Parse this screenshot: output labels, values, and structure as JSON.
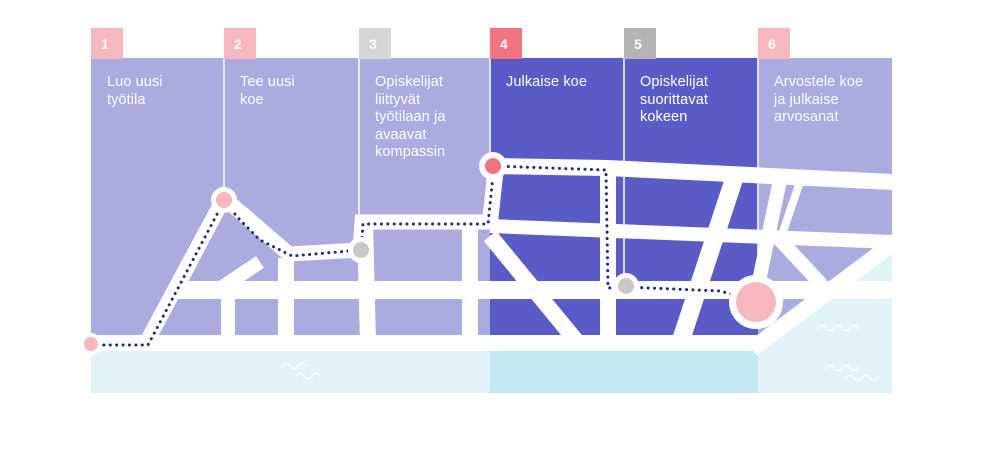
{
  "steps": [
    {
      "number": "1",
      "label": "Luo uusi\ntyötila",
      "badge_color": "#F6B8BE"
    },
    {
      "number": "2",
      "label": "Tee uusi\nkoe",
      "badge_color": "#F6B8BE"
    },
    {
      "number": "3",
      "label": "Opiskelijat\nliittyvät\ntyötilaan ja\navaavat\nkompassin",
      "badge_color": "#D6D6D6"
    },
    {
      "number": "4",
      "label": "Julkaise koe",
      "badge_color": "#EF7480"
    },
    {
      "number": "5",
      "label": "Opiskelijat\nsuorittavat\nkokeen",
      "badge_color": "#B4B4B4"
    },
    {
      "number": "6",
      "label": "Arvostele koe\nja julkaise\narvosanat",
      "badge_color": "#F6B8BE"
    }
  ],
  "colors": {
    "panel_light": "#ABABE0",
    "panel_dark": "#5B5BC8",
    "road": "#FFFFFF",
    "water_light": "#E2F3F8",
    "water_mid": "#C4E8F2",
    "route": "#1E2D7D",
    "node_pink": "#F6B8BE",
    "node_red": "#EF7480",
    "node_gray": "#C8C8C8"
  },
  "icons": [
    "wave-icon",
    "route-node-icon"
  ]
}
